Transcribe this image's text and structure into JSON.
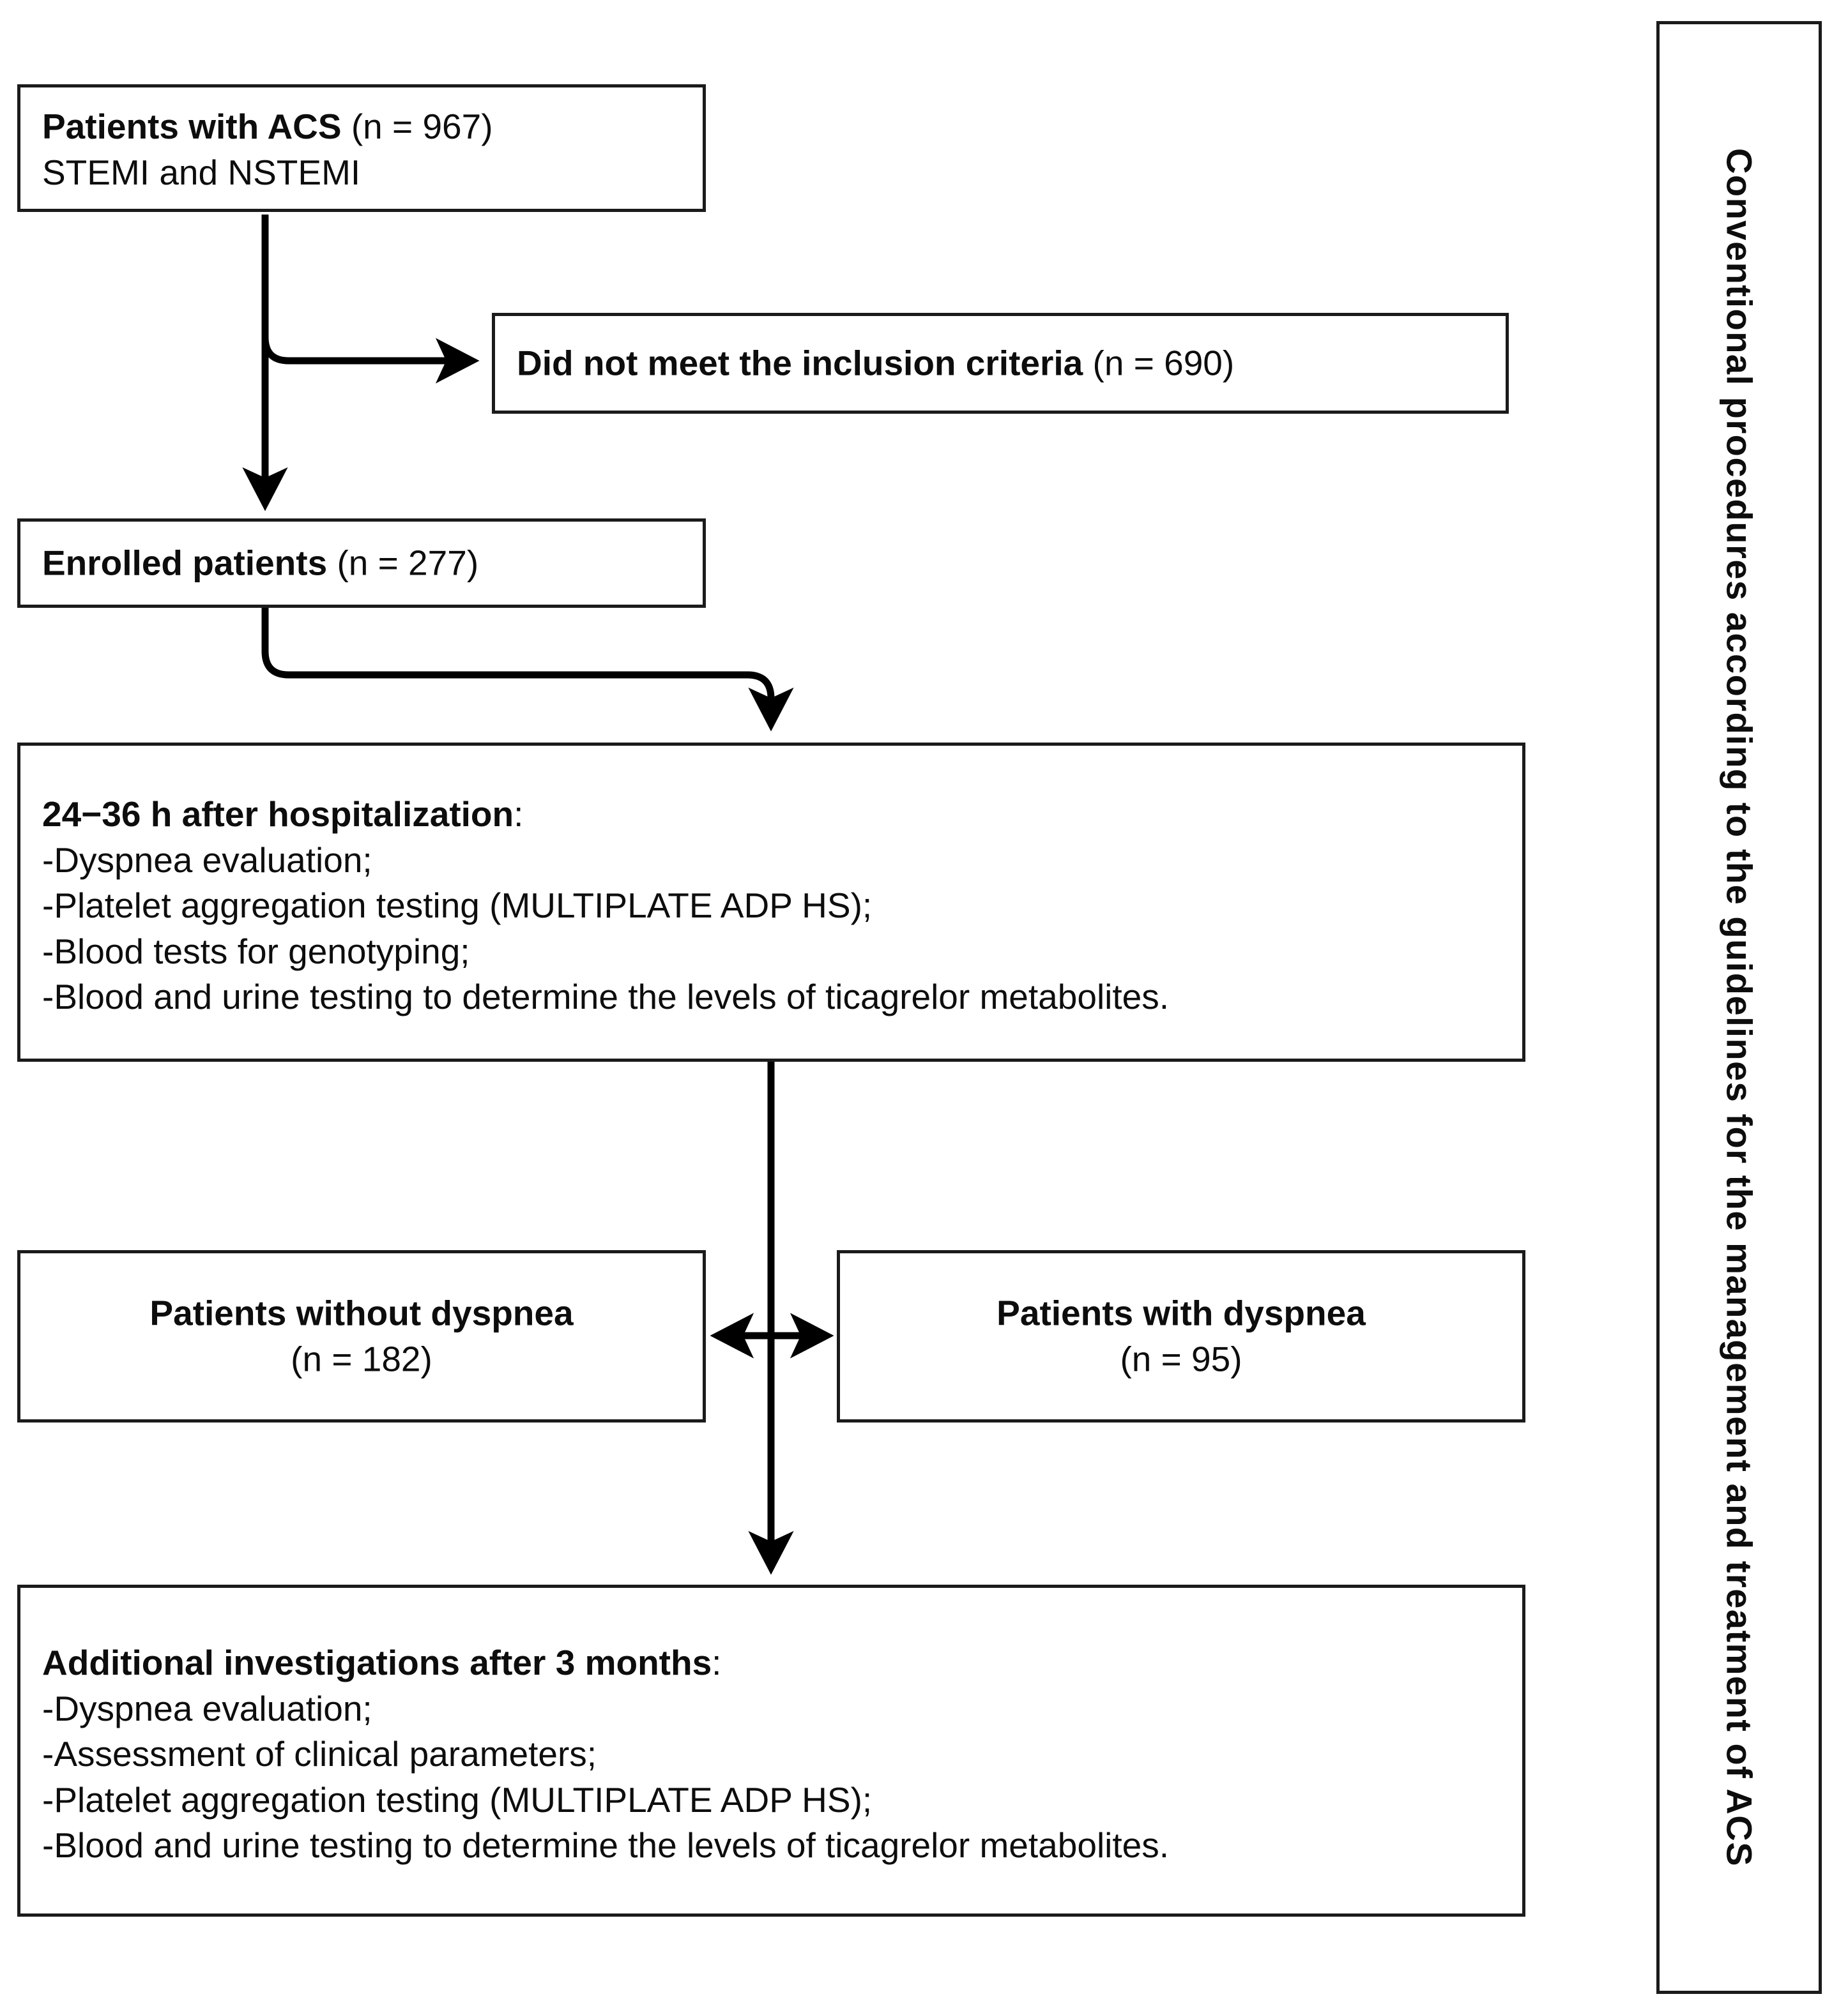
{
  "diagram": {
    "title": "ACS ticagrelor dyspnea study flowchart",
    "type": "flowchart",
    "colors": {
      "border": "#1b1b1b",
      "text": "#0d0d0d",
      "background": "#ffffff",
      "connector": "#000000"
    }
  },
  "nodes": {
    "acs": {
      "name": "patients-with-acs",
      "line1_bold": "Patients with ACS",
      "line1_plain": " (n = 967)",
      "line2": "STEMI and NSTEMI",
      "count": 967
    },
    "excluded": {
      "name": "did-not-meet-inclusion-criteria",
      "line1_bold": "Did not meet the inclusion criteria",
      "line1_plain": " (n = 690)",
      "count": 690
    },
    "enrolled": {
      "name": "enrolled-patients",
      "line1_bold": "Enrolled patients",
      "line1_plain": " (n = 277)",
      "count": 277
    },
    "hosp": {
      "name": "assessments-24-36h",
      "heading_bold": "24−36 h after hospitalization",
      "heading_plain": ":",
      "items": [
        "-Dyspnea evaluation;",
        "-Platelet aggregation testing (MULTIPLATE ADP HS);",
        "-Blood tests for genotyping;",
        "-Blood and urine testing to determine the levels of ticagrelor metabolites."
      ]
    },
    "without_dyspnea": {
      "name": "patients-without-dyspnea",
      "line1": "Patients without dyspnea",
      "line2": "(n = 182)",
      "count": 182
    },
    "with_dyspnea": {
      "name": "patients-with-dyspnea",
      "line1": "Patients with dyspnea",
      "line2": "(n = 95)",
      "count": 95
    },
    "followup": {
      "name": "additional-investigations-3-months",
      "heading_bold": "Additional investigations after 3 months",
      "heading_plain": ":",
      "items": [
        "-Dyspnea evaluation;",
        "-Assessment of clinical parameters;",
        "-Platelet aggregation testing (MULTIPLATE ADP HS);",
        "-Blood and urine testing to determine the levels of ticagrelor metabolites."
      ]
    }
  },
  "sidebar": {
    "name": "conventional-procedures-note",
    "text": "Conventional procedures according to the guidelines for the management and treatment of ACS"
  },
  "connectors": [
    {
      "name": "acs-to-excluded",
      "from": "acs",
      "to": "excluded",
      "style": "elbow-right-arrow"
    },
    {
      "name": "acs-to-enrolled",
      "from": "acs",
      "to": "enrolled",
      "style": "straight-down-arrow"
    },
    {
      "name": "enrolled-to-hosp",
      "from": "enrolled",
      "to": "hosp",
      "style": "elbow-right-down-arrow"
    },
    {
      "name": "hosp-to-followup",
      "from": "hosp",
      "to": "followup",
      "style": "straight-down-arrow"
    },
    {
      "name": "dyspnea-comparison",
      "from": "without_dyspnea",
      "to": "with_dyspnea",
      "style": "double-headed-arrow"
    }
  ]
}
